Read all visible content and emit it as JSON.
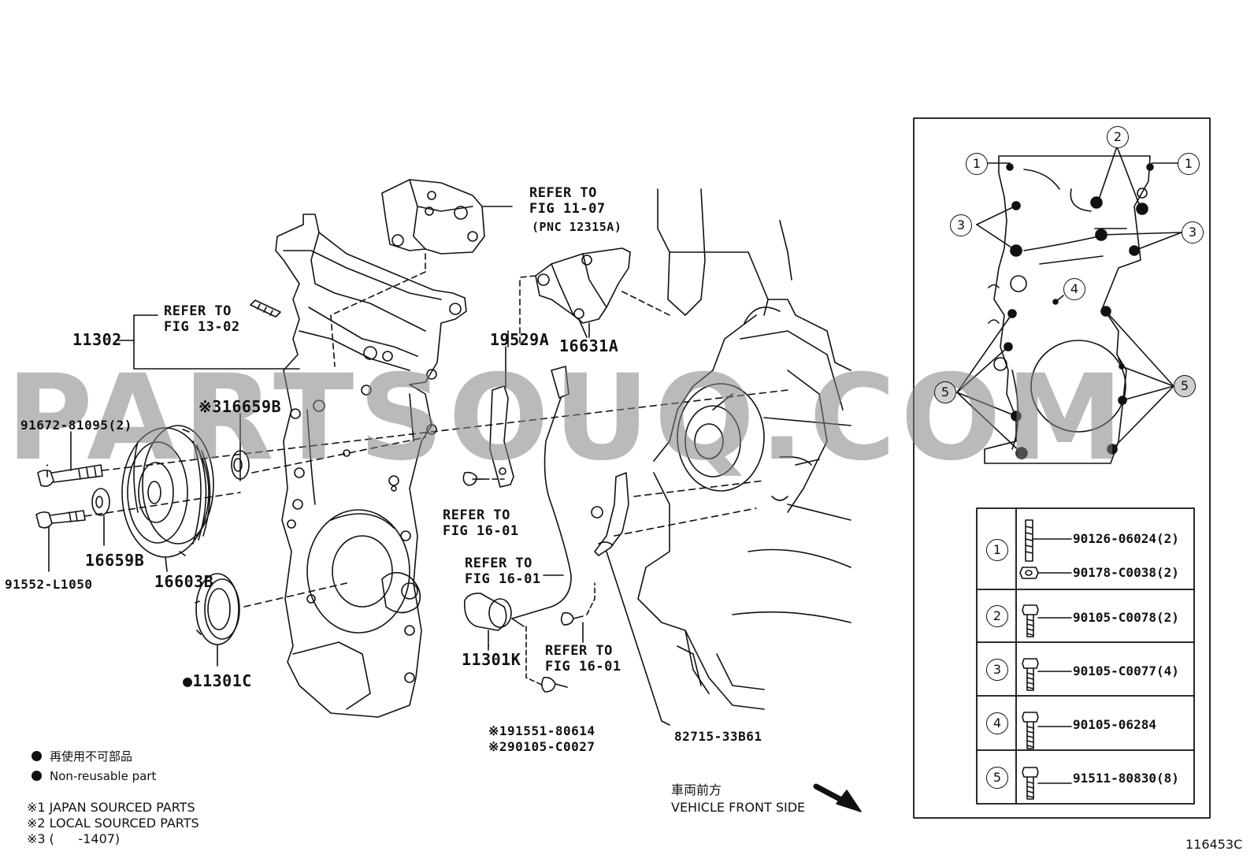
{
  "parts": {
    "p11302": "11302",
    "refer_13_02": "REFER TO\nFIG 13-02",
    "refer_11_07": "REFER TO\nFIG 11-07",
    "pnc_12315a": "(PNC 12315A)",
    "p19529a": "19529A",
    "p16631a": "16631A",
    "p16659b_top": "※316659B",
    "p91672": "91672-81095(2)",
    "p16659b": "16659B",
    "p16603b": "16603B",
    "p91552": "91552-L1050",
    "p11301c": "●11301C",
    "refer_16_01_a": "REFER TO\nFIG 16-01",
    "refer_16_01_b": "REFER TO\nFIG 16-01",
    "refer_16_01_c": "REFER TO\nFIG 16-01",
    "p11301k": "11301K",
    "p191551": "※191551-80614",
    "p290105": "※290105-C0027",
    "p82715": "82715-33B61"
  },
  "legend": {
    "non_reusable_jp": "再使用不可部品",
    "non_reusable_en": "Non-reusable part",
    "note1": "※1 JAPAN SOURCED PARTS",
    "note2": "※2 LOCAL SOURCED PARTS",
    "note3": "※3 (      -1407)"
  },
  "front": {
    "jp": "車両前方",
    "en": "VEHICLE FRONT SIDE"
  },
  "watermark": "PARTSOUQ.COM",
  "figure_id": "116453C",
  "inset": {
    "callouts": [
      "1",
      "2",
      "3",
      "4",
      "5"
    ],
    "table": [
      {
        "key": "1",
        "codes": [
          "90126-06024(2)",
          "90178-C0038(2)"
        ]
      },
      {
        "key": "2",
        "codes": [
          "90105-C0078(2)"
        ]
      },
      {
        "key": "3",
        "codes": [
          "90105-C0077(4)"
        ]
      },
      {
        "key": "4",
        "codes": [
          "90105-06284"
        ]
      },
      {
        "key": "5",
        "codes": [
          "91511-80830(8)"
        ]
      }
    ]
  }
}
